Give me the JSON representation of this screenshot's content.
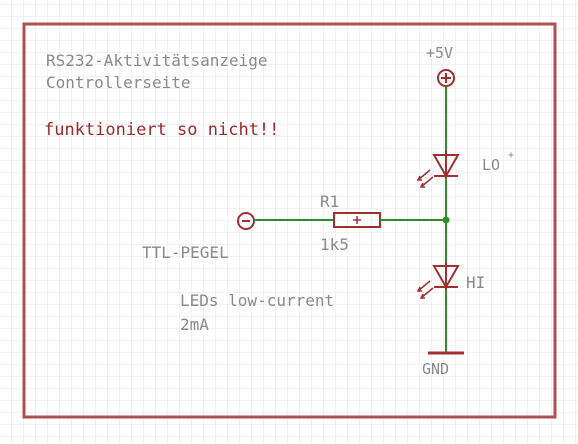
{
  "title_line1": "RS232-Aktivitätsanzeige",
  "title_line2": "Controllerseite",
  "warning": "funktioniert so nicht!!",
  "note_line1": "LEDs low-current",
  "note_line2": "2mA",
  "colors": {
    "grid": "#e4e4e4",
    "frame": "#b05050",
    "wire": "#2e8b2e",
    "component": "#a03030",
    "label": "#8a8a8a",
    "warning": "#9a2a2a"
  },
  "components": {
    "supply": {
      "label": "+5V",
      "symbol": "supply-plus-icon"
    },
    "input_pad": {
      "label": "TTL-PEGEL",
      "symbol": "pad-circle-icon"
    },
    "resistor": {
      "name": "R1",
      "value": "1k5"
    },
    "led_top": {
      "name": "LO",
      "symbol": "led-icon"
    },
    "led_bottom": {
      "name": "HI",
      "symbol": "led-icon"
    },
    "ground": {
      "label": "GND",
      "symbol": "ground-icon"
    }
  }
}
